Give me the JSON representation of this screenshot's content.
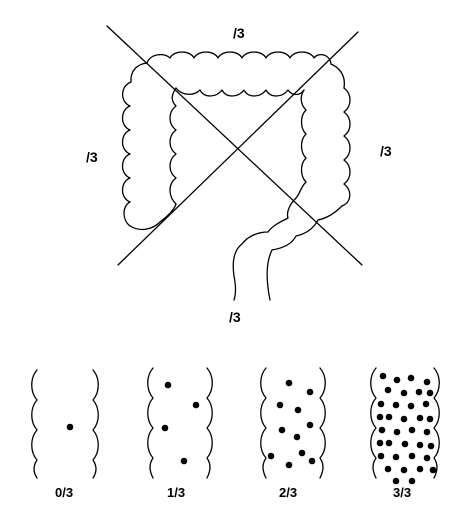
{
  "colon_diagram": {
    "labels": {
      "top": "/3",
      "left": "/3",
      "right": "/3",
      "bottom": "/3"
    }
  },
  "scale": {
    "panels": [
      {
        "label": "0/3",
        "dot_count": 1
      },
      {
        "label": "1/3",
        "dot_count": 4
      },
      {
        "label": "2/3",
        "dot_count": 11
      },
      {
        "label": "3/3",
        "dot_count": 36
      }
    ]
  }
}
